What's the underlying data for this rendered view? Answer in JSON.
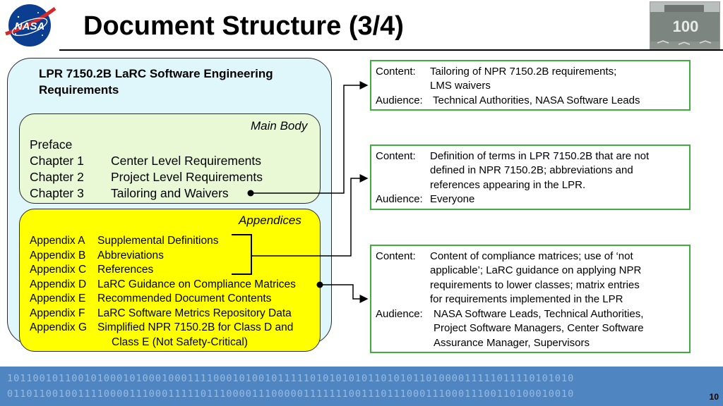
{
  "header": {
    "title": "Document Structure (3/4)",
    "logo_text": "NASA",
    "photo_text": "100"
  },
  "document": {
    "title": "LPR 7150.2B LaRC Software Engineering Requirements",
    "main_body": {
      "label": "Main Body",
      "items": [
        {
          "c1": "Preface",
          "c2": ""
        },
        {
          "c1": "Chapter 1",
          "c2": "Center Level Requirements"
        },
        {
          "c1": "Chapter 2",
          "c2": "Project Level Requirements"
        },
        {
          "c1": "Chapter 3",
          "c2": "Tailoring and Waivers"
        }
      ]
    },
    "appendices": {
      "label": "Appendices",
      "items": [
        {
          "c1": "Appendix A",
          "c2": "Supplemental Definitions"
        },
        {
          "c1": "Appendix B",
          "c2": "Abbreviations"
        },
        {
          "c1": "Appendix C",
          "c2": "References"
        },
        {
          "c1": "Appendix D",
          "c2": "LaRC Guidance on Compliance Matrices"
        },
        {
          "c1": "Appendix E",
          "c2": "Recommended Document Contents"
        },
        {
          "c1": "Appendix F",
          "c2": "LaRC Software Metrics Repository Data"
        },
        {
          "c1": "Appendix G",
          "c2": "Simplified NPR 7150.2B for Class D and"
        },
        {
          "c1": "",
          "c2": "Class E (Not Safety-Critical)"
        }
      ]
    }
  },
  "boxes": [
    {
      "content_label": "Content:",
      "content_lines": [
        "Tailoring of NPR 7150.2B requirements;",
        "LMS waivers"
      ],
      "audience_label": "Audience:",
      "audience_lines": [
        "Technical Authorities, NASA Software Leads"
      ]
    },
    {
      "content_label": "Content:",
      "content_lines": [
        "Definition of terms in LPR 7150.2B that are not",
        "defined in NPR 7150.2B; abbreviations and",
        "references appearing in the LPR."
      ],
      "audience_label": "Audience:",
      "audience_lines": [
        "Everyone"
      ]
    },
    {
      "content_label": "Content:",
      "content_lines": [
        "Content of compliance matrices; use of ‘not",
        "applicable’; LaRC guidance on applying NPR",
        "requirements to lower classes; matrix entries",
        "for requirements implemented in the LPR"
      ],
      "audience_label": "Audience:",
      "audience_lines": [
        "NASA Software Leads, Technical Authorities,",
        "Project Software Managers, Center Software",
        "Assurance Manager, Supervisors"
      ]
    }
  ],
  "footer": {
    "binary_line_1": "1011001011001010001010001000111100010100101111101010101011010101101000011111011110101010",
    "binary_line_2": "0110110010011110000111000111110111000011100000111111100111011100011100011100110100010010",
    "page_number": "10"
  },
  "colors": {
    "outer_fill": "#dff6fb",
    "main_body_fill": "#e9f9d6",
    "appendices_fill": "#ffff00",
    "box_border": "#3fae3f",
    "footer_band": "#4f86c2"
  }
}
